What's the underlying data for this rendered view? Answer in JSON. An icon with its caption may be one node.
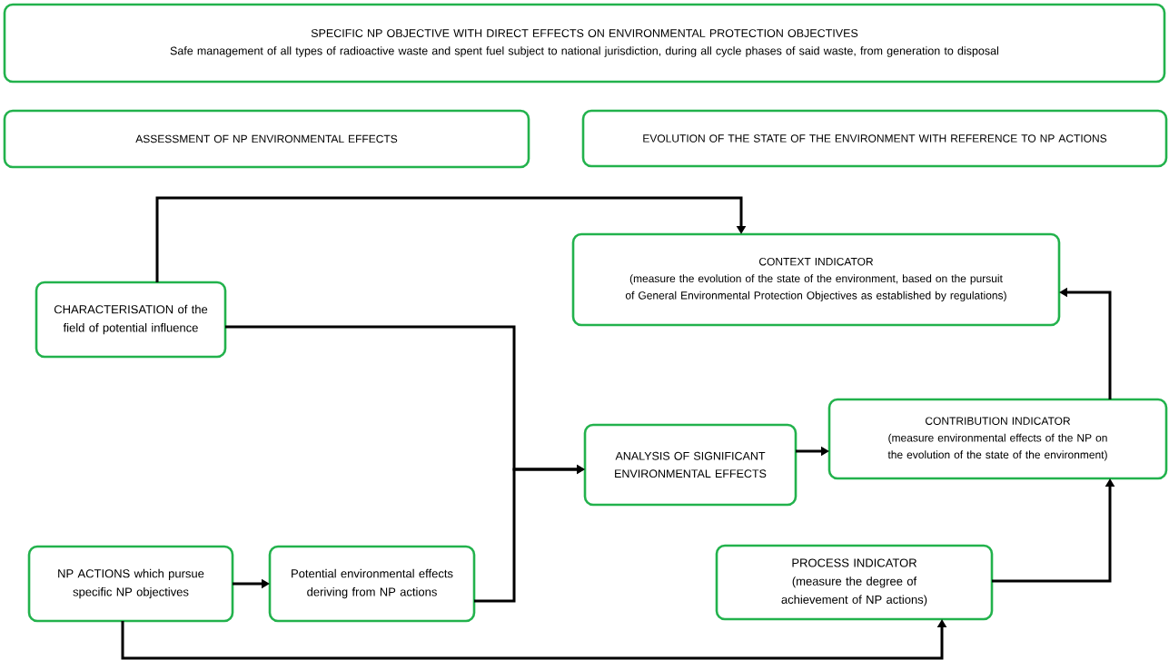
{
  "diagram": {
    "nodes": [
      {
        "text": [
          "SPECIFIC NP OBJECTIVE WITH DIRECT EFFECTS ON ENVIRONMENTAL PROTECTION OBJECTIVES",
          "Safe management of all types of radioactive waste and spent fuel subject to national jurisdiction, during all cycle phases of said waste, from generation to disposal"
        ]
      },
      {
        "text": [
          "ASSESSMENT OF NP ENVIRONMENTAL EFFECTS"
        ]
      },
      {
        "text": [
          "EVOLUTION OF THE STATE OF THE ENVIRONMENT WITH REFERENCE TO NP ACTIONS"
        ]
      },
      {
        "text": [
          "CONTEXT INDICATOR",
          "(measure the evolution of the state of the environment, based on the pursuit of General Environmental Protection Objectives as established by regulations)"
        ]
      },
      {
        "text": [
          "CHARACTERISATION of the field of potential influence"
        ]
      },
      {
        "text": [
          "ANALYSIS OF SIGNIFICANT ENVIRONMENTAL EFFECTS"
        ]
      },
      {
        "text": [
          "CONTRIBUTION INDICATOR",
          "(measure environmental effects of the NP on the evolution of the state of the environment)"
        ]
      },
      {
        "text": [
          "NP ACTIONS which pursue specific NP objectives"
        ]
      },
      {
        "text": [
          "Potential environmental effects deriving from NP actions"
        ]
      },
      {
        "text": [
          "PROCESS INDICATOR",
          "(measure the degree of achievement of NP actions)"
        ]
      }
    ],
    "edges": [
      {
        "from": 4,
        "to": 3,
        "arrow": "to"
      },
      {
        "from": 4,
        "to": 5,
        "arrow": "to"
      },
      {
        "from": 8,
        "to": 5,
        "arrow": "to"
      },
      {
        "from": 7,
        "to": 8,
        "arrow": "to"
      },
      {
        "from": 5,
        "to": 6,
        "arrow": "to"
      },
      {
        "from": 6,
        "to": 3,
        "arrow": "to"
      },
      {
        "from": 9,
        "to": 6,
        "arrow": "to"
      },
      {
        "from": 7,
        "to": 9,
        "arrow": "to"
      }
    ]
  }
}
